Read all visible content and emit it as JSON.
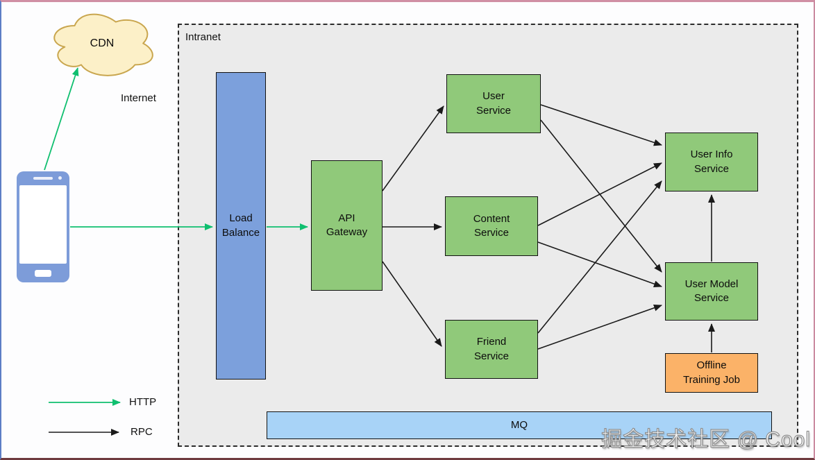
{
  "diagram": {
    "external": {
      "cdn_label": "CDN",
      "internet_label": "Internet"
    },
    "intranet": {
      "label": "Intranet",
      "nodes": {
        "load_balance": "Load\nBalance",
        "api_gateway": "API\nGateway",
        "user_service": "User\nService",
        "content_service": "Content\nService",
        "friend_service": "Friend\nService",
        "user_info_service": "User Info\nService",
        "user_model_service": "User Model\nService",
        "offline_training_job": "Offline\nTraining Job",
        "mq": "MQ"
      }
    },
    "legend": {
      "http_label": "HTTP",
      "rpc_label": "RPC"
    },
    "watermark": "掘金技术社区 @ Cool",
    "colors": {
      "service_green": "#90C97A",
      "load_balance_blue": "#7CA0DC",
      "mq_blue": "#A8D3F7",
      "offline_orange": "#FBB268",
      "cloud_fill": "#FCF0C8",
      "cloud_border": "#C9A64E",
      "http_green": "#0FBF6F",
      "rpc_black": "#1A1A1A",
      "phone_blue": "#7D9CD9",
      "intranet_bg": "#EBEBEB"
    }
  }
}
